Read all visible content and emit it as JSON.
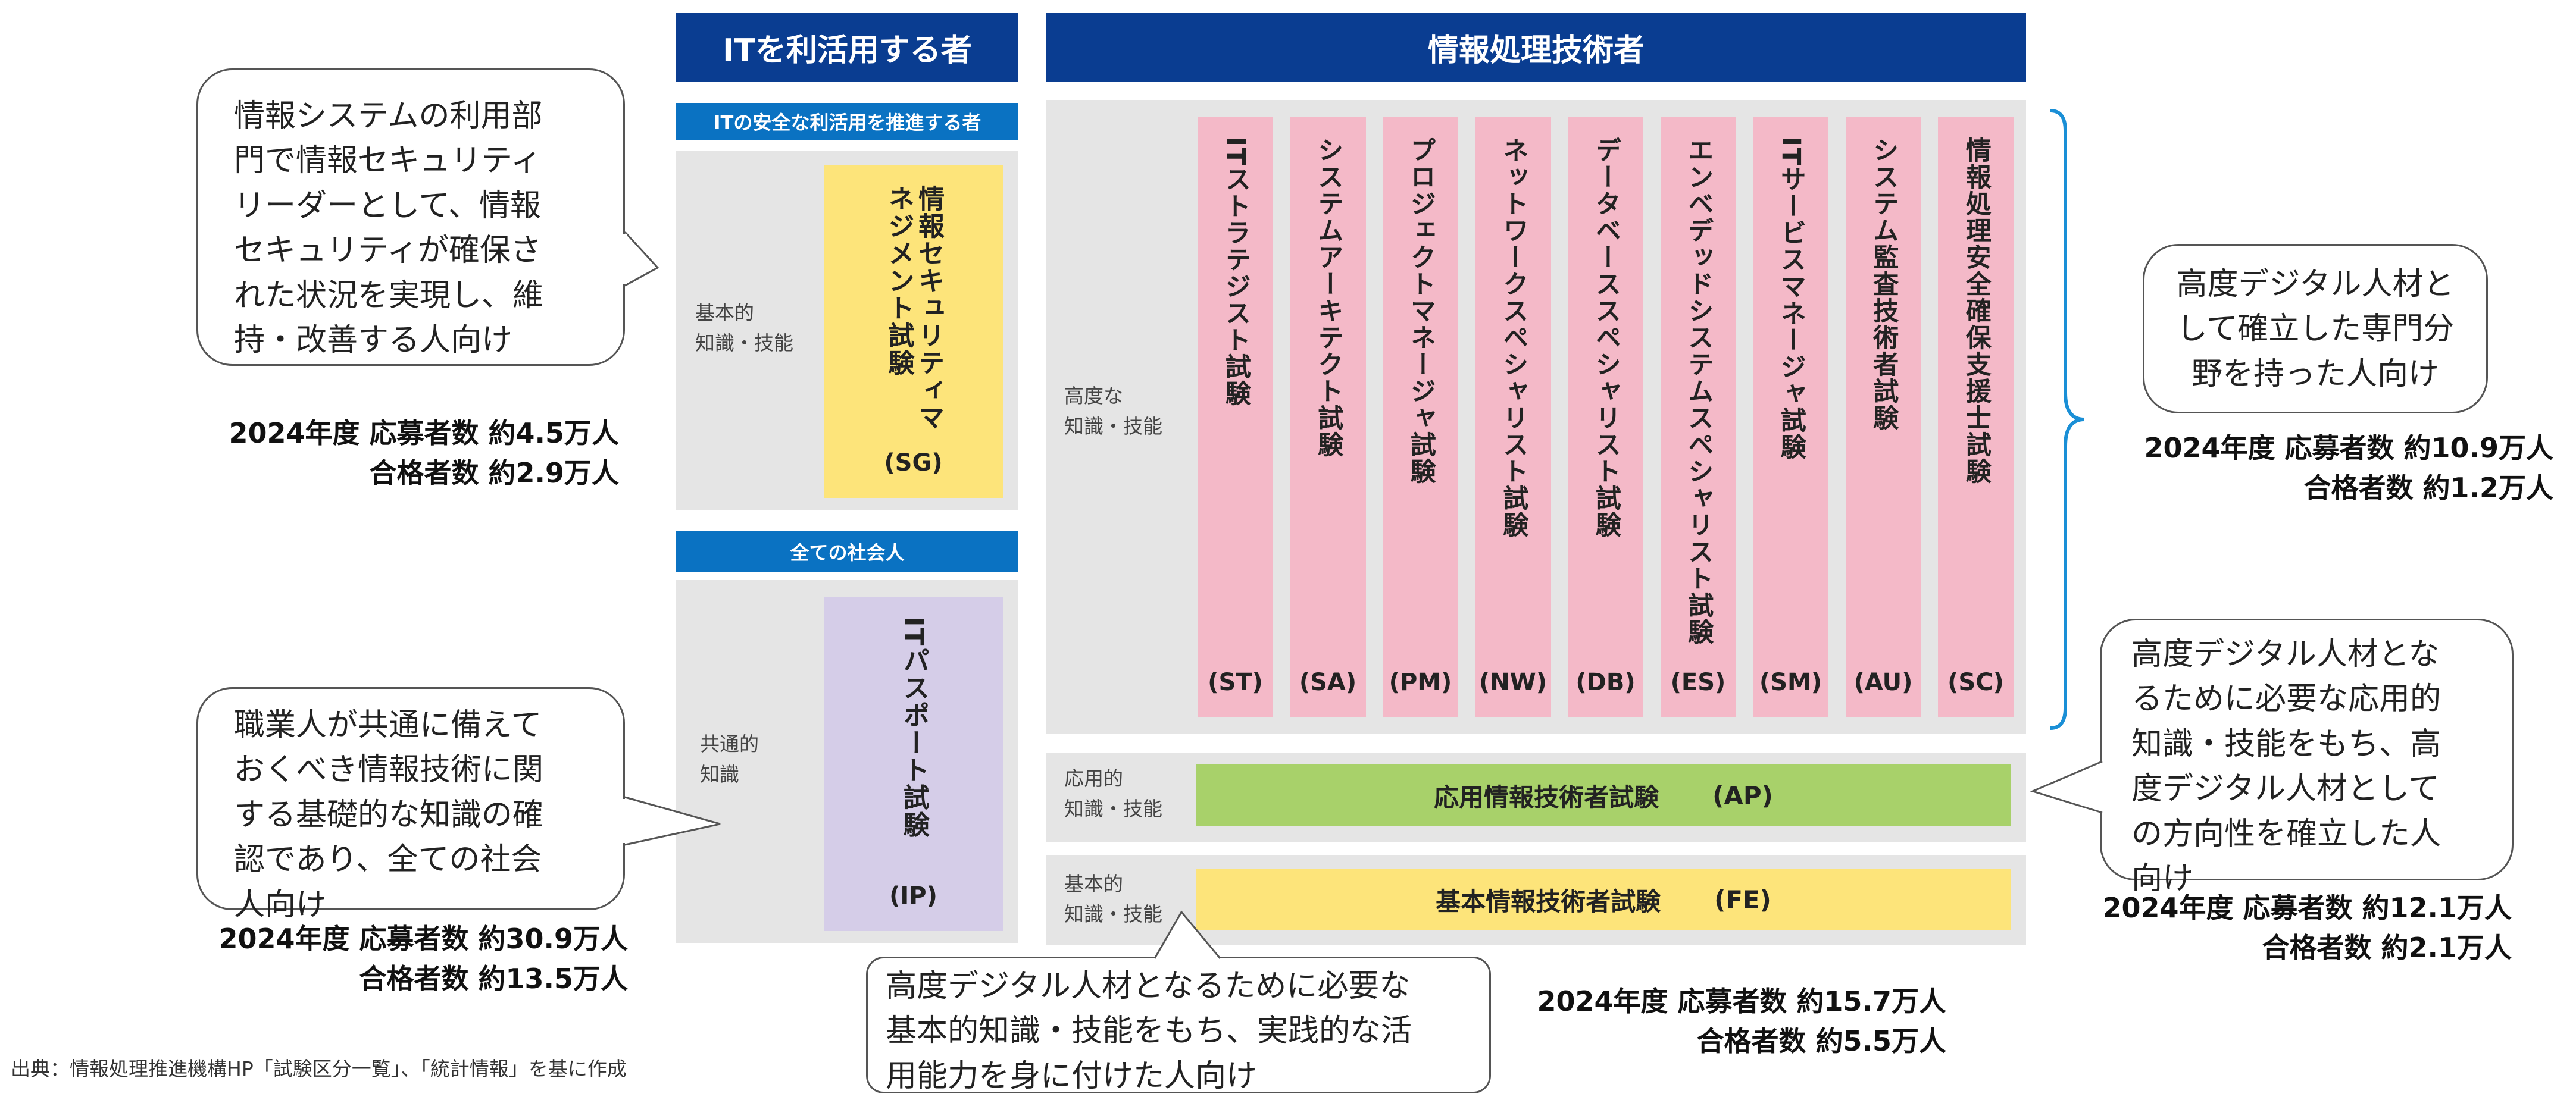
{
  "left_header": "ITを利活用する者",
  "right_header": "情報処理技術者",
  "sub_header_secure": "ITの安全な利活用を推進する者",
  "sub_header_all": "全ての社会人",
  "levels": {
    "basic_left": "基本的\n知識・技能",
    "common": "共通的\n知識",
    "advanced": "高度な\n知識・技能",
    "applied": "応用的\n知識・技能",
    "basic_right": "基本的\n知識・技能"
  },
  "exams": {
    "sg": {
      "name": "情報セキュリティマネジメント試験",
      "abbr": "(SG)"
    },
    "ip": {
      "name": "ITパスポート試験",
      "abbr": "(IP)"
    },
    "advanced": [
      {
        "name": "ITストラテジスト試験",
        "abbr": "(ST)"
      },
      {
        "name": "システムアーキテクト試験",
        "abbr": "(SA)"
      },
      {
        "name": "プロジェクトマネージャ試験",
        "abbr": "(PM)"
      },
      {
        "name": "ネットワークスペシャリスト試験",
        "abbr": "(NW)"
      },
      {
        "name": "データベーススペシャリスト試験",
        "abbr": "(DB)"
      },
      {
        "name": "エンベデッドシステムスペシャリスト試験",
        "abbr": "(ES)"
      },
      {
        "name": "ITサービスマネージャ試験",
        "abbr": "(SM)"
      },
      {
        "name": "システム監査技術者試験",
        "abbr": "(AU)"
      },
      {
        "name": "情報処理安全確保支援士試験",
        "abbr": "(SC)"
      }
    ],
    "ap": {
      "name": "応用情報技術者試験",
      "abbr": "(AP)"
    },
    "fe": {
      "name": "基本情報技術者試験",
      "abbr": "(FE)"
    }
  },
  "stats": {
    "sg": {
      "applicants": "2024年度 応募者数 約4.5万人",
      "passers": "合格者数 約2.9万人"
    },
    "ip": {
      "applicants": "2024年度 応募者数 約30.9万人",
      "passers": "合格者数 約13.5万人"
    },
    "advanced": {
      "applicants": "2024年度 応募者数 約10.9万人",
      "passers": "合格者数 約1.2万人"
    },
    "ap": {
      "applicants": "2024年度 応募者数 約12.1万人",
      "passers": "合格者数 約2.1万人"
    },
    "fe": {
      "applicants": "2024年度 応募者数 約15.7万人",
      "passers": "合格者数 約5.5万人"
    }
  },
  "bubbles": {
    "sg": "情報システムの利用部\n門で情報セキュリティ\nリーダーとして、情報\nセキュリティが確保さ\nれた状況を実現し、維\n持・改善する人向け",
    "ip": "職業人が共通に備えて\nおくべき情報技術に関\nする基礎的な知識の確\n認であり、全ての社会\n人向け",
    "advanced": "高度デジタル人材と\nして確立した専門分\n野を持った人向け",
    "ap": "高度デジタル人材とな\nるために必要な応用的\n知識・技能をもち、高\n度デジタル人材として\nの方向性を確立した人\n向け",
    "fe": "高度デジタル人材となるために必要な\n基本的知識・技能をもち、実践的な活\n用能力を身に付けた人向け"
  },
  "source": "出典：情報処理推進機構HP「試験区分一覧」、「統計情報」を基に作成",
  "colors": {
    "header": "#0a3d91",
    "subheader": "#0a72c2",
    "sg_box": "#fde47a",
    "ip_box": "#d5cde8",
    "advanced_box": "#f4b9c8",
    "ap_bar": "#a8d16a",
    "fe_bar": "#fde47a",
    "brace": "#1a8fd6"
  }
}
